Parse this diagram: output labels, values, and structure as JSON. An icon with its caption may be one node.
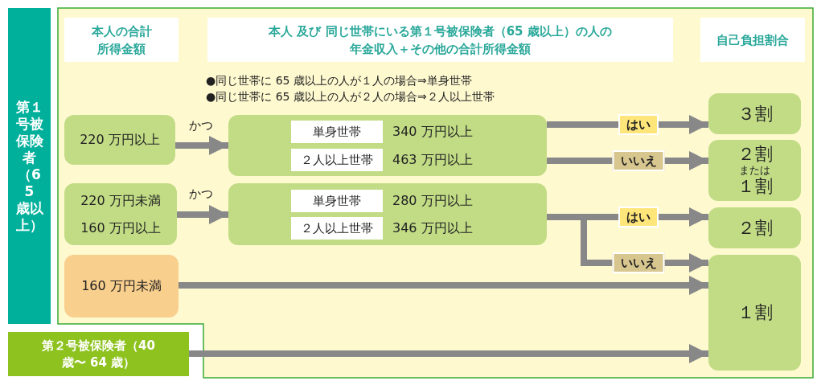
{
  "diagram": {
    "nodes": [
      {
        "text": [
          "第１号被保険者（65 歳以上）"
        ]
      },
      {
        "text": [
          "本人の合計所得金額"
        ]
      },
      {
        "text": [
          "本人 及び 同じ世帯にいる第１号被保険者（65 歳以上）の人の年金収入＋その他の合計所得金額"
        ]
      },
      {
        "text": [
          "自己負担割合"
        ]
      },
      {
        "text": [
          "220 万円以上"
        ]
      },
      {
        "text": [
          "340 万円以上",
          "463 万円以上"
        ]
      },
      {
        "text": [
          "単身世帯"
        ],
        "in": 5
      },
      {
        "text": [
          "２人以上世帯"
        ],
        "in": 5
      },
      {
        "text": [
          "220 万円未満",
          "160 万円以上"
        ]
      },
      {
        "text": [
          "280 万円以上",
          "346 万円以上"
        ]
      },
      {
        "text": [
          "単身世帯"
        ],
        "in": 9
      },
      {
        "text": [
          "２人以上世帯"
        ],
        "in": 9
      },
      {
        "text": [
          "160 万円未満"
        ]
      },
      {
        "text": [
          "第２号被保険者（40 歳〜 64 歳）"
        ]
      },
      {
        "text": [
          "３割"
        ]
      },
      {
        "text": [
          "２割",
          "または",
          "１割"
        ]
      },
      {
        "text": [
          "２割"
        ]
      },
      {
        "text": [
          "１割"
        ]
      }
    ],
    "edges": [
      {
        "from": 4,
        "to": 5,
        "arrow": "to",
        "label": "かつ"
      },
      {
        "from": 8,
        "to": 9,
        "arrow": "to",
        "label": "かつ"
      },
      {
        "from": 5,
        "to": 14,
        "arrow": "to",
        "label": "はい"
      },
      {
        "from": 5,
        "to": 15,
        "arrow": "to",
        "label": "いいえ"
      },
      {
        "from": 9,
        "to": 16,
        "arrow": "to",
        "label": "はい"
      },
      {
        "from": 9,
        "to": 17,
        "arrow": "to",
        "label": "いいえ"
      },
      {
        "from": 12,
        "to": 17,
        "arrow": "to"
      },
      {
        "from": 13,
        "to": 17,
        "arrow": "to"
      }
    ],
    "labels": [
      "●同じ世帯に 65 歳以上の人が１人の場合⇒単身世帯",
      "●同じ世帯に 65 歳以上の人が２人の場合⇒２人以上世帯"
    ]
  }
}
